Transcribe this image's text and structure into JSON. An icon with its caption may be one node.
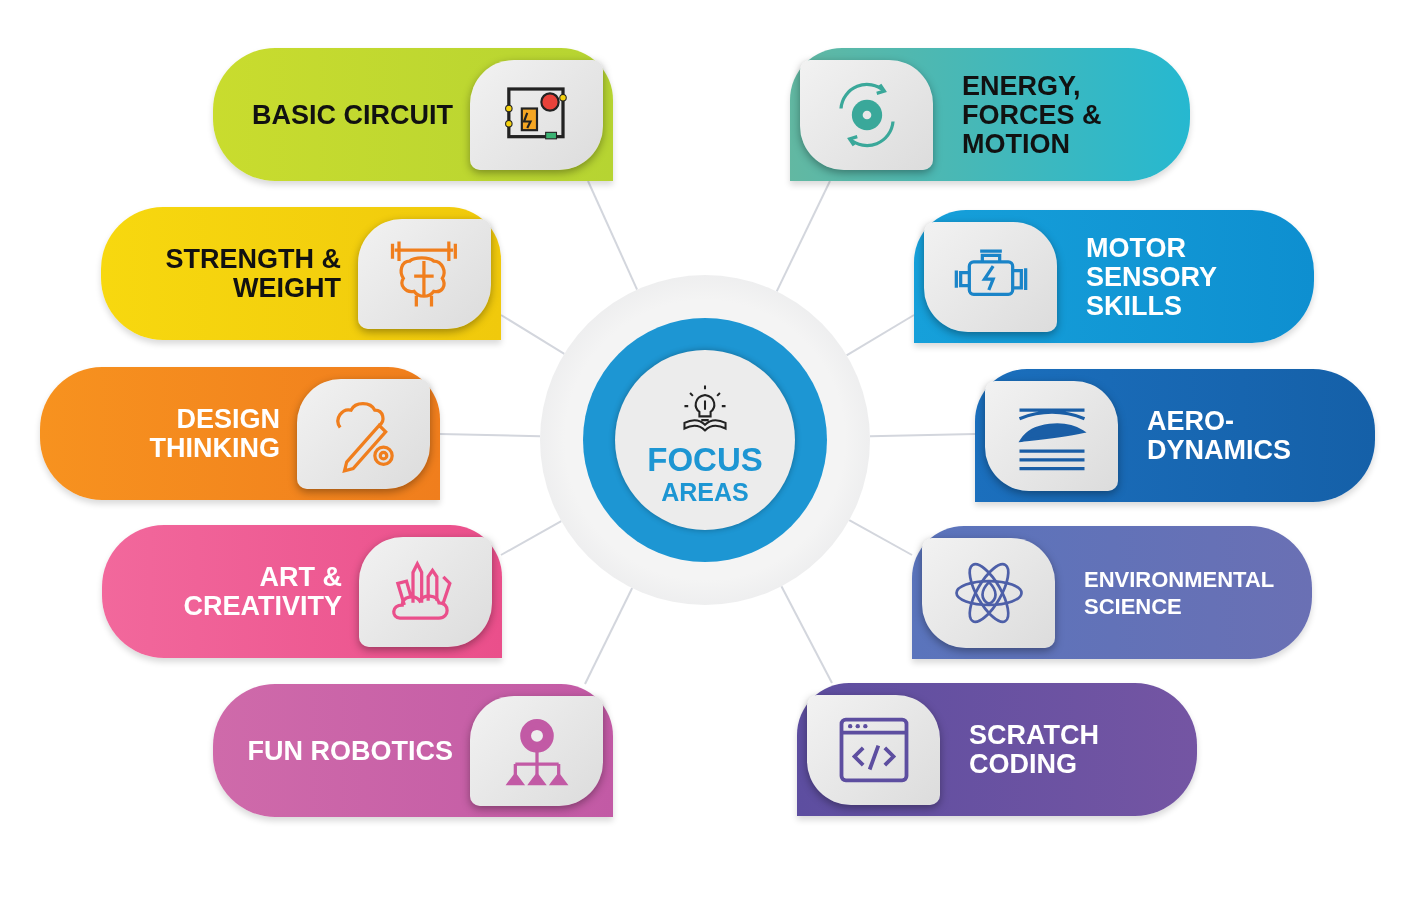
{
  "diagram": {
    "nodes": [
      {
        "text": [
          "FOCUS",
          "AREAS"
        ]
      },
      {
        "text": [
          "BASIC CIRCUIT"
        ]
      },
      {
        "text": [
          "STRENGTH & WEIGHT"
        ]
      },
      {
        "text": [
          "DESIGN THINKING"
        ]
      },
      {
        "text": [
          "ART & CREATIVITY"
        ]
      },
      {
        "text": [
          "FUN ROBOTICS"
        ]
      },
      {
        "text": [
          "ENERGY, FORCES & MOTION"
        ]
      },
      {
        "text": [
          "MOTOR SENSORY SKILLS"
        ]
      },
      {
        "text": [
          "AERO-DYNAMICS"
        ]
      },
      {
        "text": [
          "ENVIRONMENTAL SCIENCE"
        ]
      },
      {
        "text": [
          "SCRATCH CODING"
        ]
      }
    ],
    "edges": [
      {
        "from": 0,
        "to": 1,
        "arrow": "none"
      },
      {
        "from": 0,
        "to": 2,
        "arrow": "none"
      },
      {
        "from": 0,
        "to": 3,
        "arrow": "none"
      },
      {
        "from": 0,
        "to": 4,
        "arrow": "none"
      },
      {
        "from": 0,
        "to": 5,
        "arrow": "none"
      },
      {
        "from": 0,
        "to": 6,
        "arrow": "none"
      },
      {
        "from": 0,
        "to": 7,
        "arrow": "none"
      },
      {
        "from": 0,
        "to": 8,
        "arrow": "none"
      },
      {
        "from": 0,
        "to": 9,
        "arrow": "none"
      },
      {
        "from": 0,
        "to": 10,
        "arrow": "none"
      }
    ]
  }
}
